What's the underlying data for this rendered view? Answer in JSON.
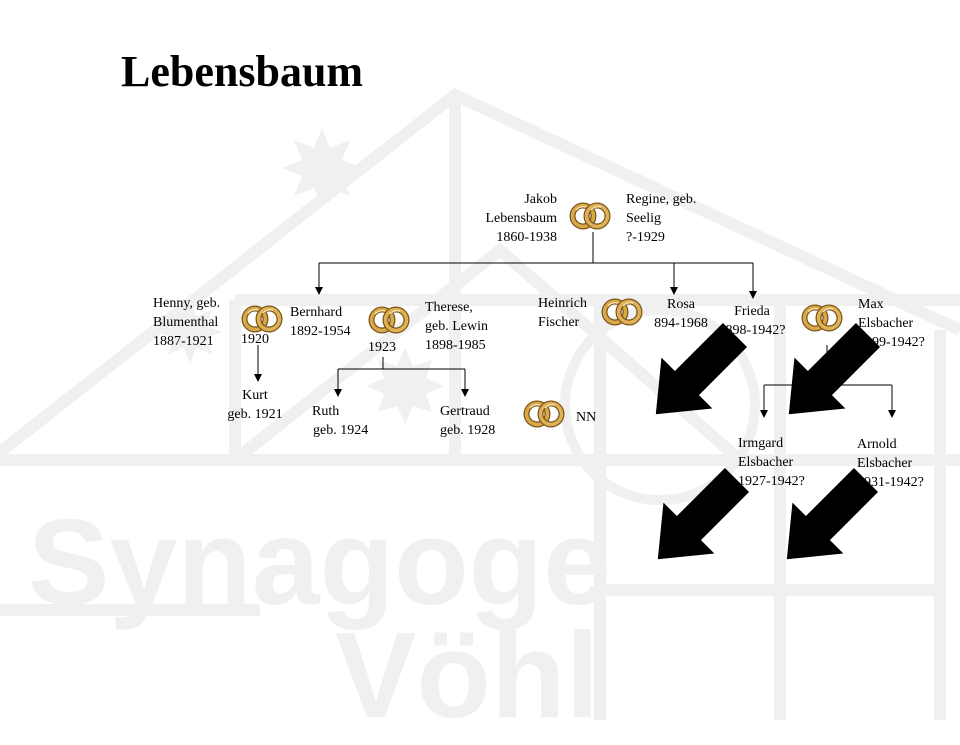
{
  "title": "Lebensbaum",
  "watermark": {
    "line1": "Synagoge",
    "line2": "Vöhl"
  },
  "persons": {
    "jakob": [
      "Jakob",
      "Lebensbaum",
      "1860-1938"
    ],
    "regine": [
      "Regine,  geb.",
      "Seelig",
      "?-1929"
    ],
    "henny": [
      "Henny,  geb.",
      "Blumenthal",
      "1887-1921"
    ],
    "bernhard": [
      "Bernhard",
      "1892-1954"
    ],
    "therese": [
      "Therese,",
      "geb. Lewin",
      "1898-1985"
    ],
    "heinrich": [
      "Heinrich",
      "Fischer"
    ],
    "rosa": [
      "Rosa",
      "894-1968"
    ],
    "frieda": [
      "Frieda",
      "1898-1942?"
    ],
    "max": [
      "Max",
      "Elsbacher",
      "1899-1942?"
    ],
    "kurt": [
      "Kurt",
      "geb. 1921"
    ],
    "ruth": [
      "Ruth",
      "geb. 1924"
    ],
    "gertraud": [
      "Gertraud",
      "geb. 1928"
    ],
    "nn": [
      "NN"
    ],
    "irmgard": [
      "Irmgard",
      "Elsbacher",
      "1927-1942?"
    ],
    "arnold": [
      "Arnold",
      "Elsbacher",
      "1931-1942?"
    ]
  },
  "marriage_years": {
    "henny_bernhard": "1920",
    "bernhard_therese": "1923"
  },
  "icons": {
    "rings": "wedding-rings-icon",
    "arrow": "black-arrow-icon"
  },
  "colors": {
    "ring_gold": "#c9963a",
    "ring_dark": "#7a5518",
    "watermark": "#f0f0f0",
    "line": "#000000"
  }
}
